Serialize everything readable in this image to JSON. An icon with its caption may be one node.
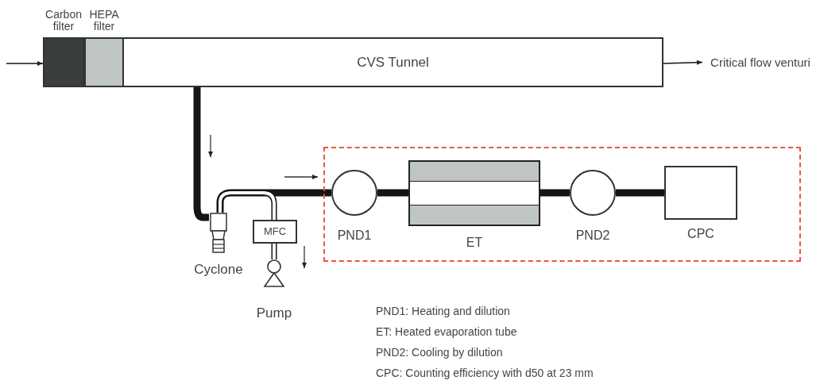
{
  "diagram": {
    "nodes": [
      {
        "text": [
          "Carbon filter"
        ]
      },
      {
        "text": [
          "HEPA filter"
        ]
      },
      {
        "text": [
          "CVS Tunnel"
        ]
      },
      {
        "text": [
          "Critical flow venturi"
        ]
      },
      {
        "text": [
          "Cyclone"
        ]
      },
      {
        "text": [
          "MFC"
        ]
      },
      {
        "text": [
          "Pump"
        ]
      },
      {
        "text": [],
        "shape": "box"
      },
      {
        "text": [
          "PND1"
        ],
        "in": 7
      },
      {
        "text": [
          "ET"
        ],
        "in": 7
      },
      {
        "text": [
          "PND2"
        ],
        "in": 7
      },
      {
        "text": [
          "CPC"
        ],
        "in": 7
      }
    ],
    "edges": [
      {
        "from": null,
        "to": 0,
        "arrow": "to"
      },
      {
        "from": 2,
        "to": 3,
        "arrow": "to"
      },
      {
        "from": 2,
        "to": 4,
        "arrow": "none"
      },
      {
        "from": 4,
        "to": 8,
        "arrow": "none"
      },
      {
        "from": 4,
        "to": 5,
        "arrow": "none"
      },
      {
        "from": 5,
        "to": 6,
        "arrow": "none"
      },
      {
        "from": 8,
        "to": 9,
        "arrow": "none"
      },
      {
        "from": 9,
        "to": 10,
        "arrow": "none"
      },
      {
        "from": 10,
        "to": 11,
        "arrow": "none"
      }
    ],
    "labels": [
      "PND1: Heating and dilution",
      "ET: Heated evaporation tube",
      "PND2: Cooling by dilution",
      "CPC: Counting efficiency with d50 at 23 mm"
    ]
  }
}
